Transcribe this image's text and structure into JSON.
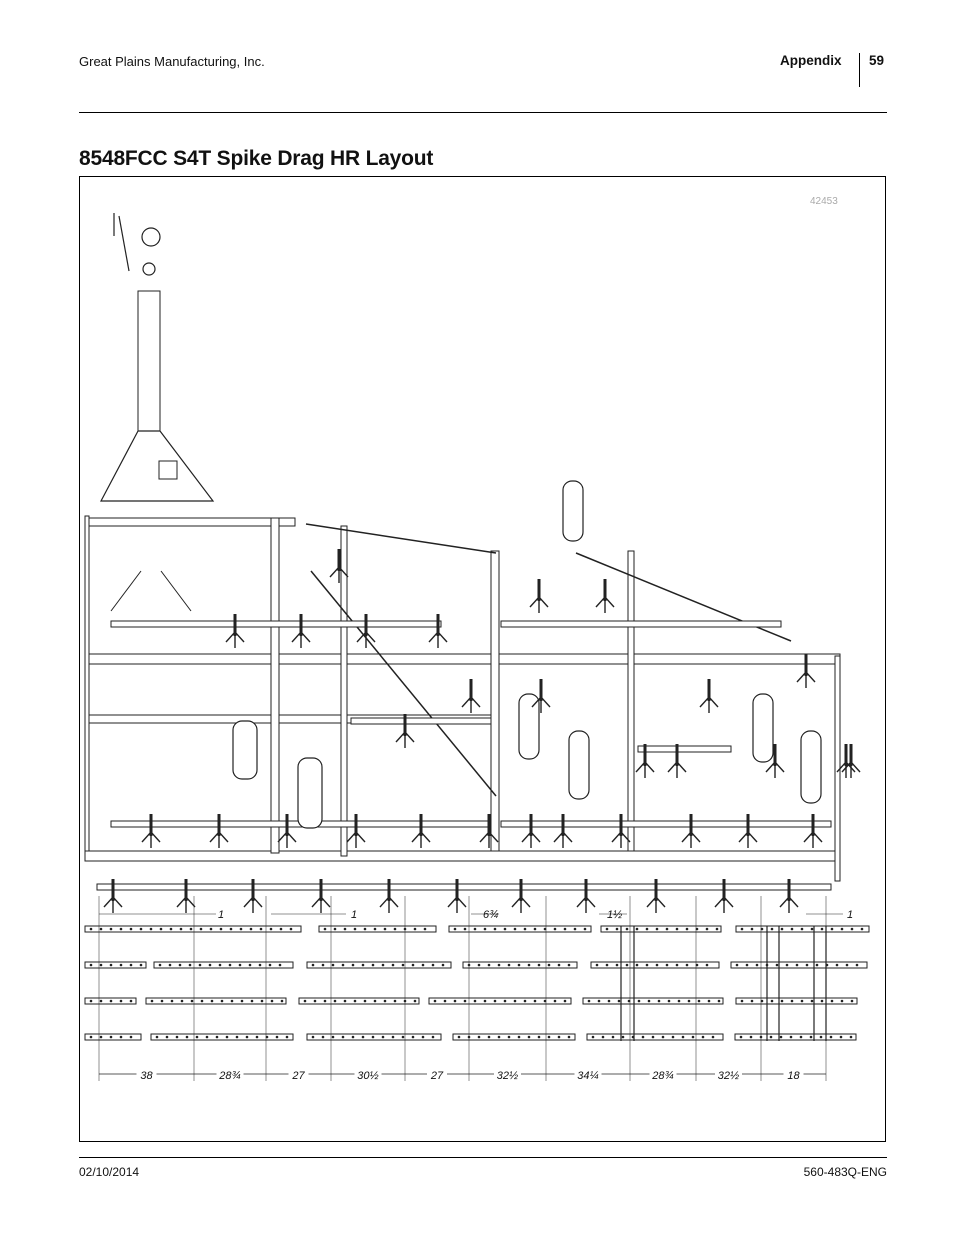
{
  "header": {
    "company": "Great Plains Manufacturing, Inc.",
    "section": "Appendix",
    "page_number": "59"
  },
  "title": "8548FCC S4T Spike Drag HR Layout",
  "figure": {
    "figure_number": "42453",
    "spacing_labels": [
      "1",
      "1",
      "6¾",
      "1½",
      "1"
    ],
    "bottom_dimensions": [
      "38",
      "28¾",
      "27",
      "30½",
      "27",
      "32½",
      "34¼",
      "28¾",
      "32½",
      "18"
    ]
  },
  "footer": {
    "date": "02/10/2014",
    "doc_id": "560-483Q-ENG"
  }
}
